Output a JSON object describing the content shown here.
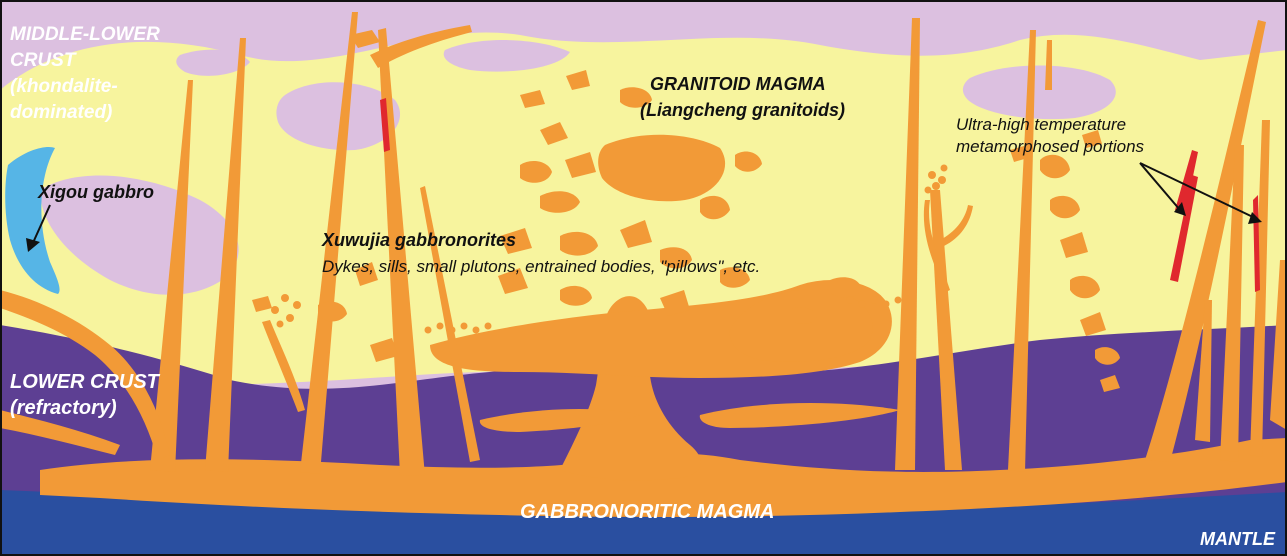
{
  "labels": {
    "crust_line1": "MIDDLE-LOWER",
    "crust_line2": "CRUST",
    "crust_line3": "(khondalite-",
    "crust_line4": "dominated)",
    "xigou": "Xigou gabbro",
    "granitoid_title": "GRANITOID MAGMA",
    "granitoid_sub": "(Liangcheng granitoids)",
    "xuwujia_title": "Xuwujia gabbronorites",
    "xuwujia_sub": "Dykes, sills, small plutons, entrained bodies, \"pillows\", etc.",
    "uht_line1": "Ultra-high temperature",
    "uht_line2": "metamorphosed portions",
    "lower_crust_line1": "LOWER CRUST",
    "lower_crust_line2": "(refractory)",
    "gabbronoritic": "GABBRONORITIC MAGMA",
    "mantle": "MANTLE"
  },
  "colors": {
    "middle_lower_crust": "#dcc0e0",
    "granitoid_magma": "#f7f49e",
    "lower_crust": "#5d3f93",
    "mantle": "#2a4fa0",
    "gabbronoritic_magma": "#f29a37",
    "xigou_gabbro": "#56b5e6",
    "uht_portions": "#e0282e"
  }
}
